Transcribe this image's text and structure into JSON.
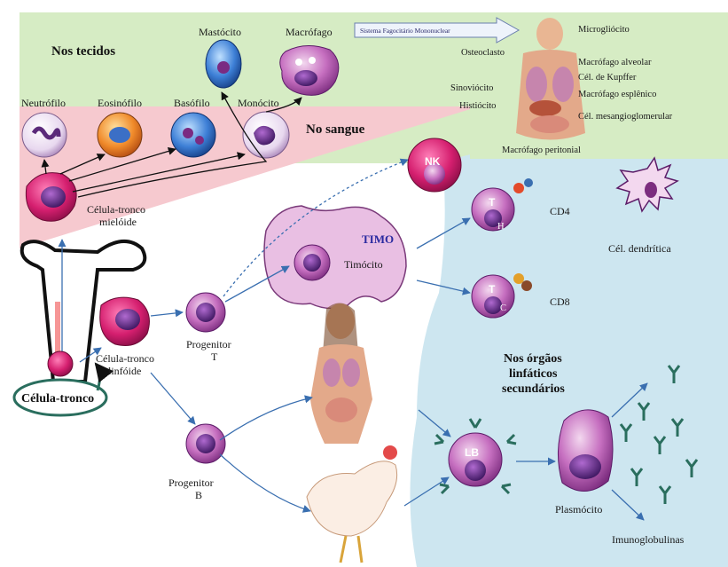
{
  "regions": {
    "tissues": "Nos tecidos",
    "blood": "No sangue",
    "secondary_lymphoid": [
      "Nos órgãos",
      "linfáticos",
      "secundários"
    ],
    "thymus": "TIMO"
  },
  "mononuclear_system": "Sistema Fagocitário Mononuclear",
  "tissue_macrophages": {
    "microglia": "Microgliócito",
    "osteoclast": "Osteoclasto",
    "alveolar": "Macrófago alveolar",
    "kupffer": "Cél. de Kupffer",
    "synovial": "Sinoviócito",
    "splenic": "Macrófago esplênico",
    "histiocyte": "Histiócito",
    "mesangial": "Cél. mesangioglomerular",
    "peritoneal": "Macrófago peritonial"
  },
  "cells": {
    "mast": "Mastócito",
    "macrophage": "Macrófago",
    "neutrophil": "Neutrófilo",
    "eosinophil": "Eosinófilo",
    "basophil": "Basófilo",
    "monocyte": "Monócito",
    "myeloid_stem": [
      "Célula-tronco",
      "mielóide"
    ],
    "lymphoid_stem": [
      "Célula-tronco",
      "linfóide"
    ],
    "stem": "Célula-tronco",
    "thymocyte": "Timócito",
    "progenitor_t": [
      "Progenitor",
      "T"
    ],
    "progenitor_b": [
      "Progenitor",
      "B"
    ],
    "nk": "NK",
    "cd4": "CD4",
    "cd8": "CD8",
    "dendritic": "Cél. dendrítica",
    "lb": "LB",
    "plasma": "Plasmócito",
    "immunoglobulins": "Imunoglobulinas",
    "t_letter": "T",
    "h_sub": "H",
    "c_sub": "C"
  },
  "colors": {
    "tissue_bg": "#d6ecc4",
    "blood_bg": "#f6c9cf",
    "lymph_bg": "#cde6f0",
    "thymus": "#e9bfe3",
    "arrow_blue": "#3a6fb0"
  }
}
